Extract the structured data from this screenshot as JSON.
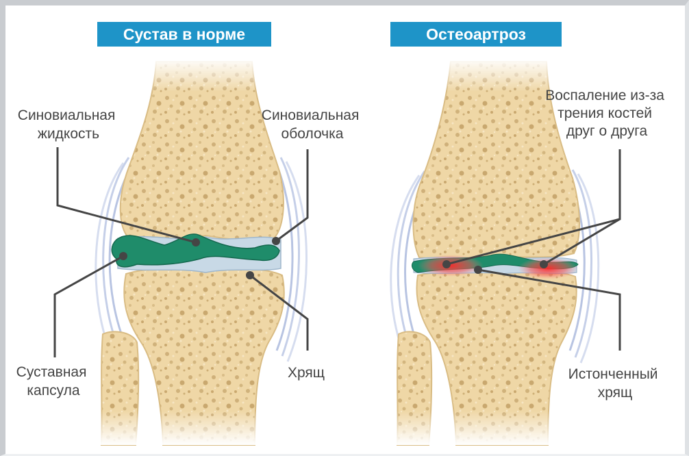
{
  "left": {
    "title": "Сустав в норме",
    "labels": {
      "synovial_fluid": [
        "Синовиальная",
        "жидкость"
      ],
      "synovial_membrane": [
        "Синовиальная",
        "оболочка"
      ],
      "joint_capsule": [
        "Суставная",
        "капсула"
      ],
      "cartilage": [
        "Хрящ"
      ]
    }
  },
  "right": {
    "title": "Остеоартроз",
    "labels": {
      "inflammation": [
        "Воспаление из-за",
        "трения костей",
        "друг о друга"
      ],
      "thinned_cartilage": [
        "Истонченный",
        "хрящ"
      ]
    }
  },
  "colors": {
    "title_bar": "#1e94c8",
    "bone": "#efd7a6",
    "bone_edge": "#d9bc84",
    "synovial_fluid": "#1f8c6a",
    "capsule": "#c9d3ea",
    "inflammation": "#f04040"
  }
}
